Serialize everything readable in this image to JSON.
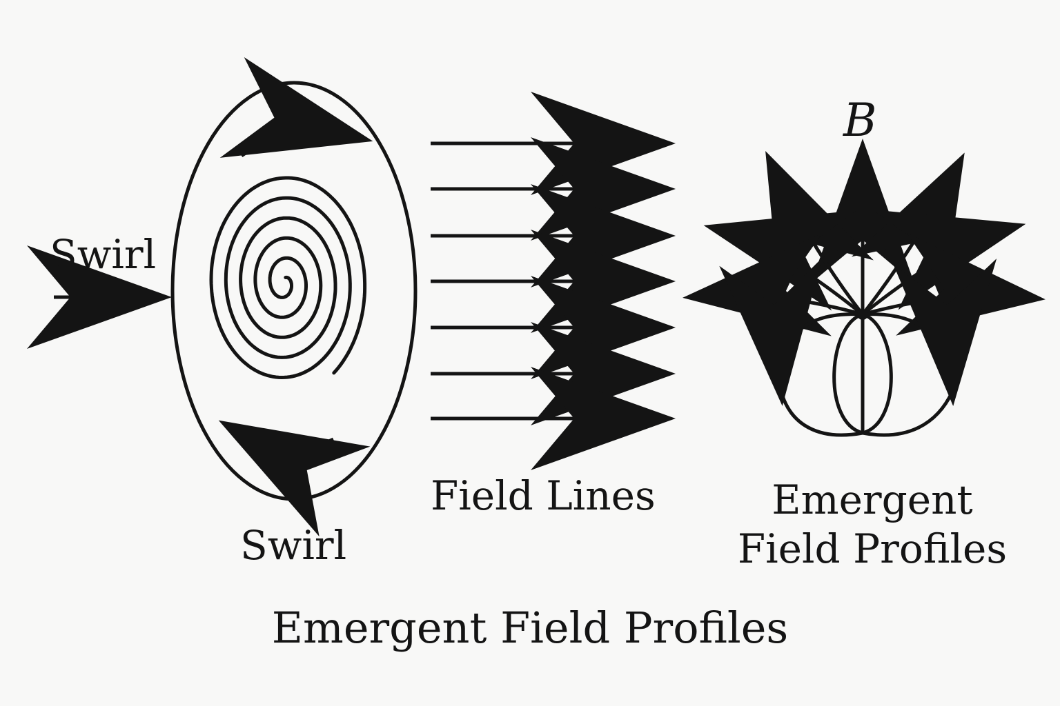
{
  "labels": {
    "swirl_input": "Swirl",
    "swirl": "Swirl",
    "field_lines": "Field Lines",
    "emergent_line1": "Emergent",
    "emergent_line2": "Field Profiles",
    "field_symbol": "B",
    "caption": "Emergent Field Profiles"
  },
  "colors": {
    "stroke": "#141414",
    "background": "#f8f8f7"
  }
}
